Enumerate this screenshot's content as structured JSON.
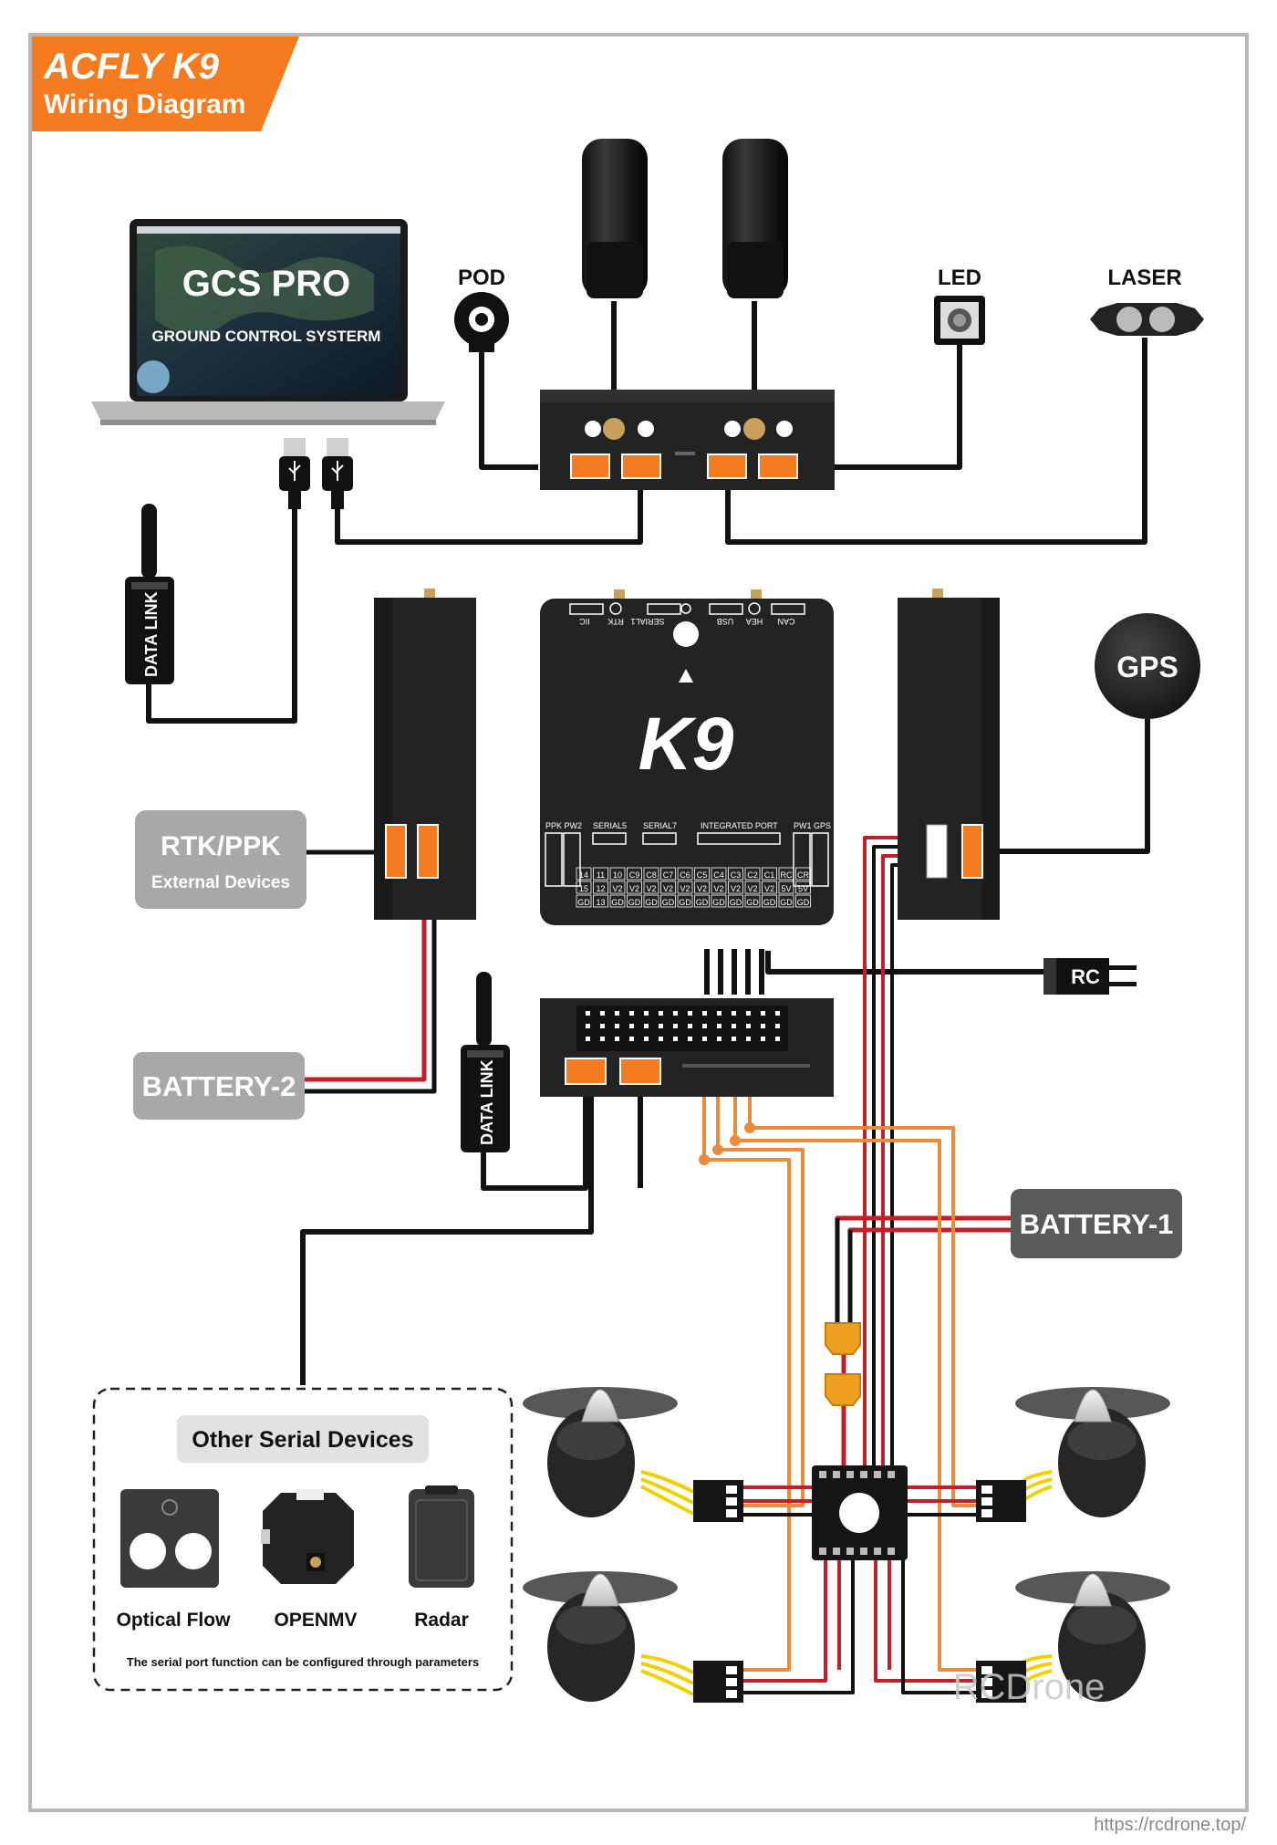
{
  "header": {
    "brand": "ACFLY K9",
    "subtitle": "Wiring Diagram"
  },
  "laptop": {
    "title": "GCS PRO",
    "subtitle": "GROUND CONTROL SYSTERM"
  },
  "labels": {
    "pod": "POD",
    "led": "LED",
    "laser": "LASER",
    "gps": "GPS",
    "rc": "RC",
    "data_link_1": "DATA LINK",
    "data_link_2": "DATA LINK",
    "rtk_title": "RTK/PPK",
    "rtk_subtitle": "External Devices",
    "battery_2": "BATTERY-2",
    "battery_1": "BATTERY-1"
  },
  "k9": {
    "logo": "K9",
    "top_ports": [
      "IIC",
      "RTK",
      "SERIAL1",
      "USB",
      "HEA",
      "CAN"
    ],
    "port_labels": [
      "PPK PW2",
      "SERIAL5",
      "SERIAL7",
      "INTEGRATED PORT",
      "PW1 GPS"
    ],
    "pin_row1": [
      "14",
      "11",
      "10",
      "C9",
      "C8",
      "C7",
      "C6",
      "C5",
      "C4",
      "C3",
      "C2",
      "C1",
      "RC",
      "CR"
    ],
    "pin_row2": [
      "15",
      "12",
      "V2",
      "V2",
      "V2",
      "V2",
      "V2",
      "V2",
      "V2",
      "V2",
      "V2",
      "V2",
      "5V",
      "5V"
    ],
    "pin_row3": [
      "GD",
      "13",
      "GD",
      "GD",
      "GD",
      "GD",
      "GD",
      "GD",
      "GD",
      "GD",
      "GD",
      "GD",
      "GD",
      "GD"
    ]
  },
  "serial_devices": {
    "title": "Other Serial Devices",
    "items": [
      "Optical Flow",
      "OPENMV",
      "Radar"
    ],
    "note": "The serial port function can be configured through parameters"
  },
  "watermark": "RCDrone",
  "footer_url": "https://rcdrone.top/",
  "colors": {
    "orange": "#f47b20",
    "dark": "#2b2b2b",
    "gray_box": "#a8a8a8",
    "wire_red": "#c0202a",
    "wire_orange": "#ec8a3c",
    "wire_yellow": "#f0d000"
  }
}
